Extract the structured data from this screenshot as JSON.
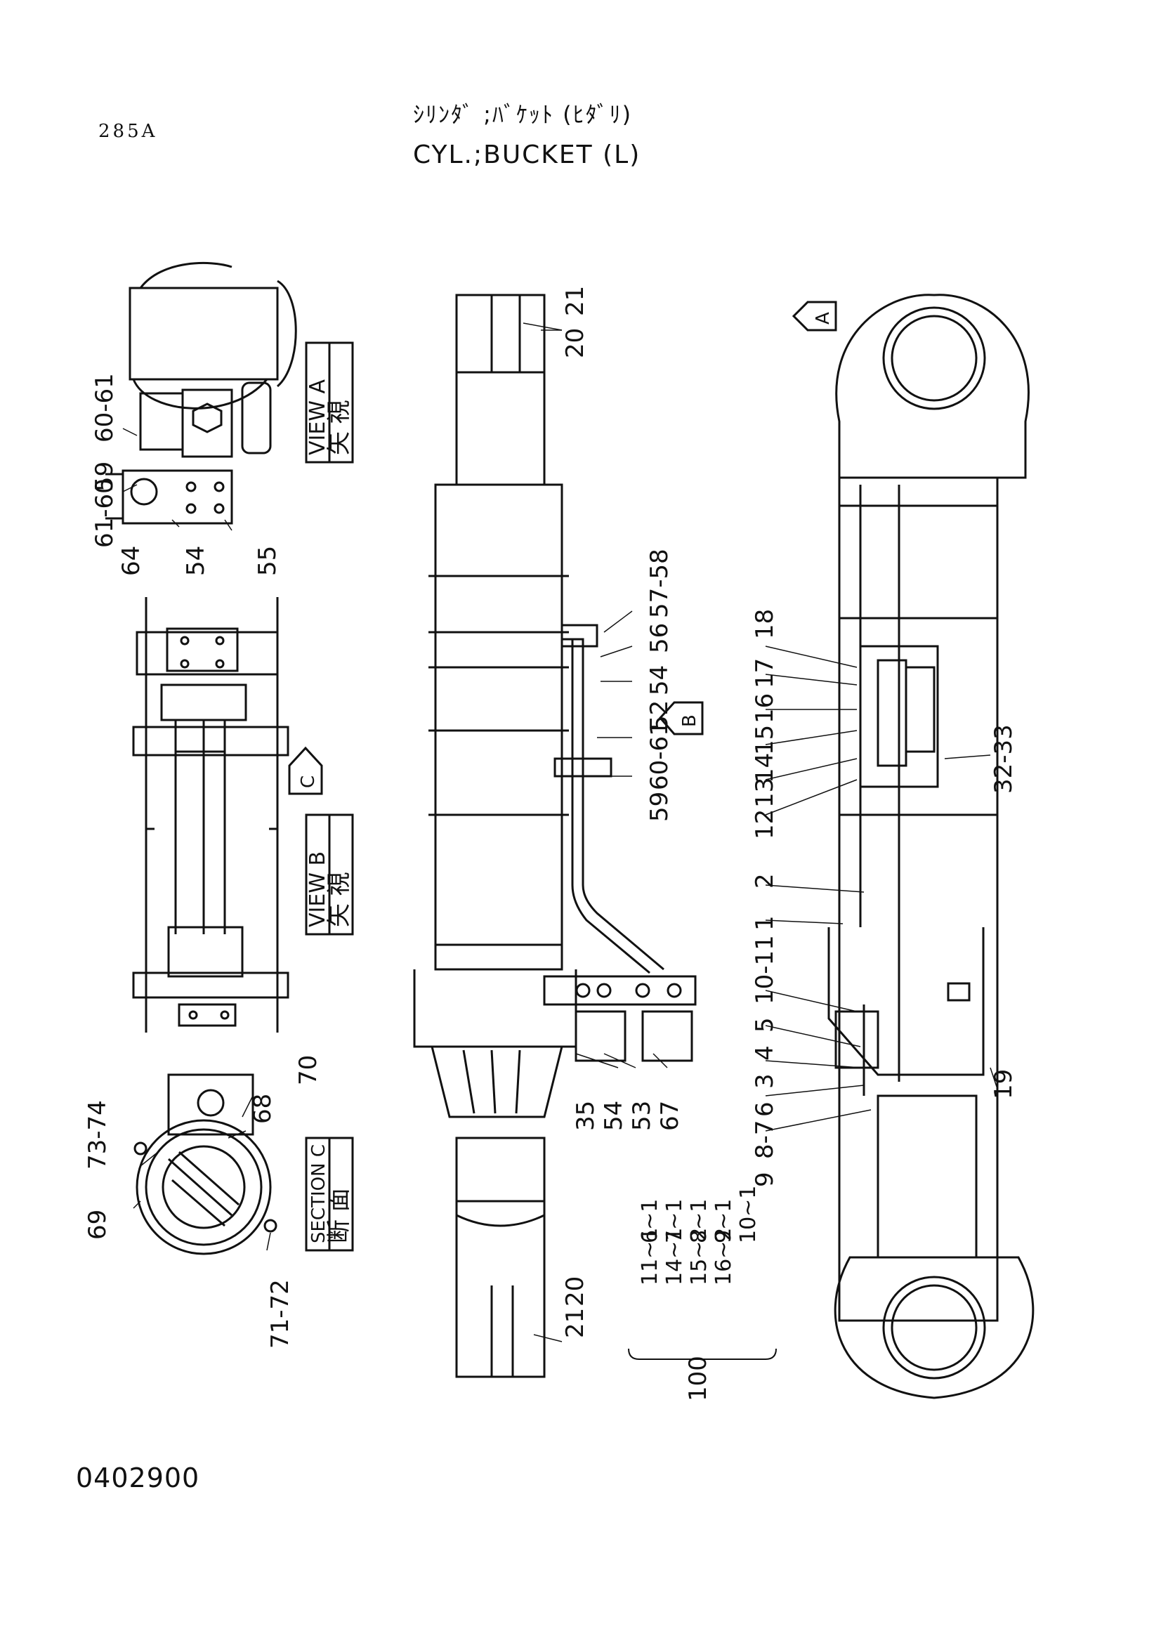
{
  "header": {
    "page_code": "285A",
    "title_jp": "ｼﾘﾝﾀﾞ ;ﾊﾞｹｯﾄ (ﾋﾀﾞﾘ)",
    "title_en": "CYL.;BUCKET (L)"
  },
  "footer": {
    "doc_number": "0402900"
  },
  "views": {
    "view_a": {
      "kanji": "矢 視",
      "label": "VIEW A"
    },
    "view_b": {
      "kanji": "矢 視",
      "label": "VIEW B"
    },
    "section_c": {
      "kanji": "断 面",
      "label": "SECTION C"
    },
    "marker_a": "A",
    "marker_b": "B",
    "marker_c": "C"
  },
  "callouts": {
    "view_a": [
      "60-61",
      "59",
      "60-61",
      "61-60",
      "64",
      "54",
      "55"
    ],
    "section_c": [
      "68",
      "70",
      "73-74",
      "69",
      "71-72"
    ],
    "middle": [
      "20",
      "21",
      "57-58",
      "56",
      "54",
      "52",
      "60-61",
      "59",
      "35",
      "54",
      "53",
      "67",
      "21",
      "20"
    ],
    "right": [
      "18",
      "17",
      "16",
      "15",
      "14",
      "13",
      "12",
      "32-33",
      "2",
      "1",
      "10-11",
      "5",
      "4",
      "3",
      "6",
      "8-7",
      "9",
      "19"
    ]
  },
  "kit": {
    "row1": [
      "6~1",
      "11~1"
    ],
    "row2": [
      "7~1",
      "14~1"
    ],
    "row3": [
      "8~1",
      "15~2"
    ],
    "row4": [
      "9~1",
      "16~2"
    ],
    "row5": [
      "10~1"
    ],
    "kit_number": "100"
  }
}
